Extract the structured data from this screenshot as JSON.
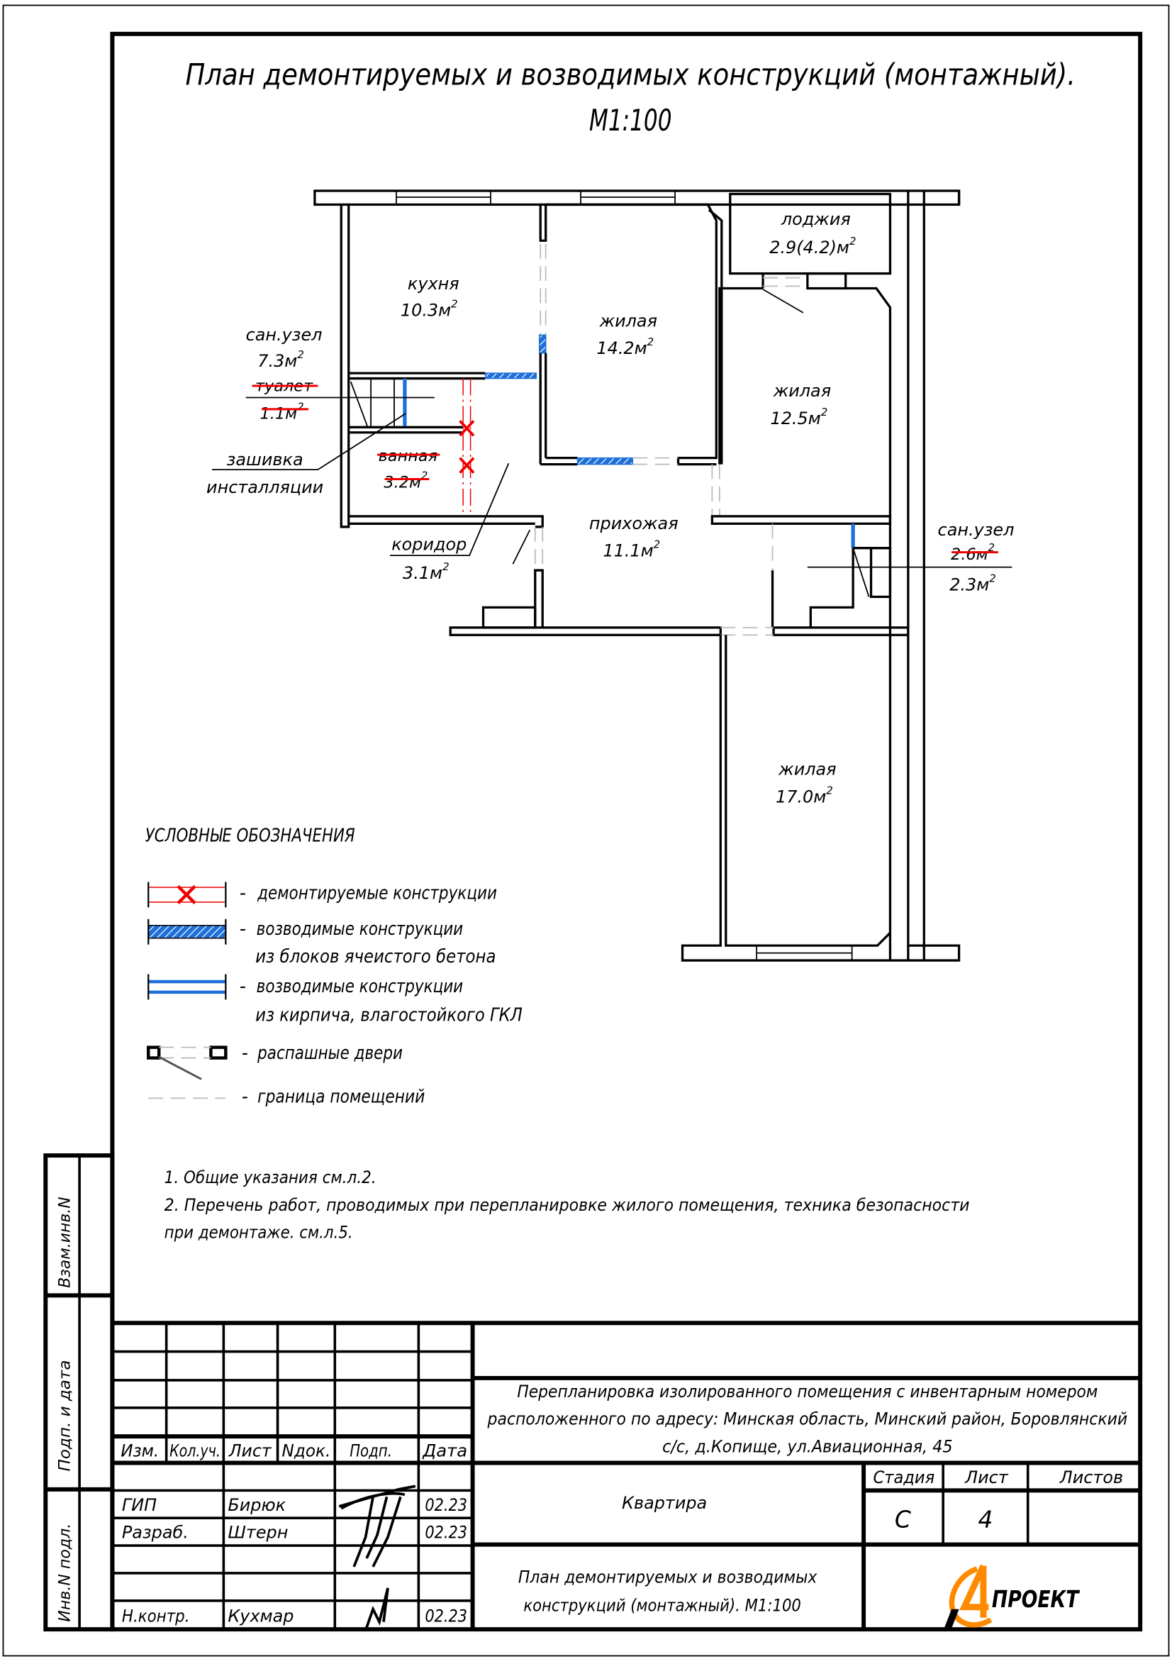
{
  "title": {
    "line1": "План демонтируемых и возводимых конструкций (монтажный).",
    "line2": "М1:100"
  },
  "rooms": {
    "kitchen": {
      "name": "кухня",
      "area": "10.3м",
      "sup": "2"
    },
    "living_14": {
      "name": "жилая",
      "area": "14.2м",
      "sup": "2"
    },
    "loggia": {
      "name": "лоджия",
      "area": "2.9(4.2)м",
      "sup": "2"
    },
    "living_12": {
      "name": "жилая",
      "area": "12.5м",
      "sup": "2"
    },
    "hall": {
      "name": "прихожая",
      "area": "11.1м",
      "sup": "2"
    },
    "corridor": {
      "name": "коридор",
      "area": "3.1м",
      "sup": "2"
    },
    "living_17": {
      "name": "жилая",
      "area": "17.0м",
      "sup": "2"
    },
    "wc_left": {
      "name": "сан.узел",
      "area": "7.3м",
      "sup": "2",
      "old_name": "туалет",
      "old_area": "1.1м",
      "old_sup": "2"
    },
    "bath_old": {
      "name": "ванная",
      "area": "3.2м",
      "sup": "2"
    },
    "wc_right": {
      "name": "сан.узел",
      "old_area": "2.6м",
      "old_sup": "2",
      "area": "2.3м",
      "sup": "2"
    },
    "installation_note": {
      "line1": "зашивка",
      "line2": "инсталляции"
    }
  },
  "legend": {
    "title": "УСЛОВНЫЕ ОБОЗНАЧЕНИЯ",
    "items": [
      {
        "dash": "-",
        "line1": "демонтируемые конструкции"
      },
      {
        "dash": "-",
        "line1": "возводимые конструкции",
        "line2": "из блоков ячеистого бетона"
      },
      {
        "dash": "-",
        "line1": "возводимые конструкции",
        "line2": "из кирпича, влагостойкого ГКЛ"
      },
      {
        "dash": "-",
        "line1": "распашные двери"
      },
      {
        "dash": "-",
        "line1": "граница помещений"
      }
    ]
  },
  "notes": [
    "1. Общие указания см.л.2.",
    "2. Перечень работ, проводимых при перепланировке жилого помещения, техника безопасности",
    "при демонтаже. см.л.5."
  ],
  "side_stamps": [
    "Взам.инв.N",
    "Подп. и дата",
    "Инв.N подл."
  ],
  "title_block": {
    "headers": [
      "Изм.",
      "Кол.уч.",
      "Лист",
      "Nдок.",
      "Подп.",
      "Дата"
    ],
    "people": [
      {
        "role": "ГИП",
        "name": "Бирюк",
        "date": "02.23"
      },
      {
        "role": "Разраб.",
        "name": "Штерн",
        "date": "02.23"
      },
      {
        "role": "Н.контр.",
        "name": "Кухмар",
        "date": "02.23"
      }
    ],
    "project": [
      "Перепланировка изолированного помещения с инвентарным номером",
      "расположенного по адресу: Минская область, Минский район, Боровлянский",
      "с/с, д.Копище, ул.Авиационная, 45"
    ],
    "object": "Квартира",
    "stage_label": "Стадия",
    "sheet_label": "Лист",
    "sheets_label": "Листов",
    "stage": "С",
    "sheet": "4",
    "sheets": "",
    "drawing_title": [
      "План демонтируемых и возводимых",
      "конструкций (монтажный). М1:100"
    ],
    "logo_text": "ПРОЕКТ",
    "logo_mark": "А"
  },
  "colors": {
    "demolish": "#e00000",
    "new_wall": "#1e6fd9",
    "logo": "#ff8a00"
  }
}
